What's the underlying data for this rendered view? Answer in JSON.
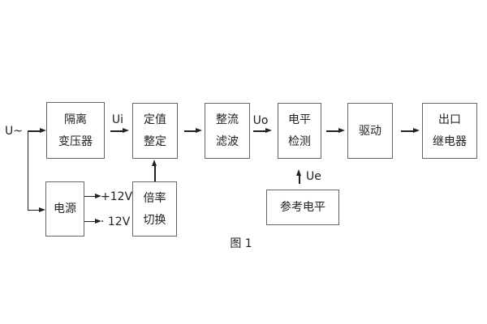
{
  "diagram": {
    "caption": "图 1",
    "input_label": "U~",
    "signal_labels": {
      "ui": "Ui",
      "uo": "Uo",
      "ue": "Ue"
    },
    "power_outputs": {
      "positive": "+12V",
      "negative": "· 12V"
    },
    "boxes": {
      "isolation_transformer": {
        "line1": "隔离",
        "line2": "变压器"
      },
      "value_setting": {
        "line1": "定值",
        "line2": "整定"
      },
      "rectifier_filter": {
        "line1": "整流",
        "line2": "滤波"
      },
      "level_detection": {
        "line1": "电平",
        "line2": "检测"
      },
      "drive": {
        "line1": "驱动"
      },
      "output_relay": {
        "line1": "出口",
        "line2": "继电器"
      },
      "power_supply": {
        "line1": "电源"
      },
      "ratio_switching": {
        "line1": "倍率",
        "line2": "切换"
      },
      "reference_level": {
        "line1": "参考电平"
      }
    },
    "colors": {
      "background": "#ffffff",
      "box_border": "#666666",
      "line": "#222222",
      "text": "#222222"
    }
  }
}
